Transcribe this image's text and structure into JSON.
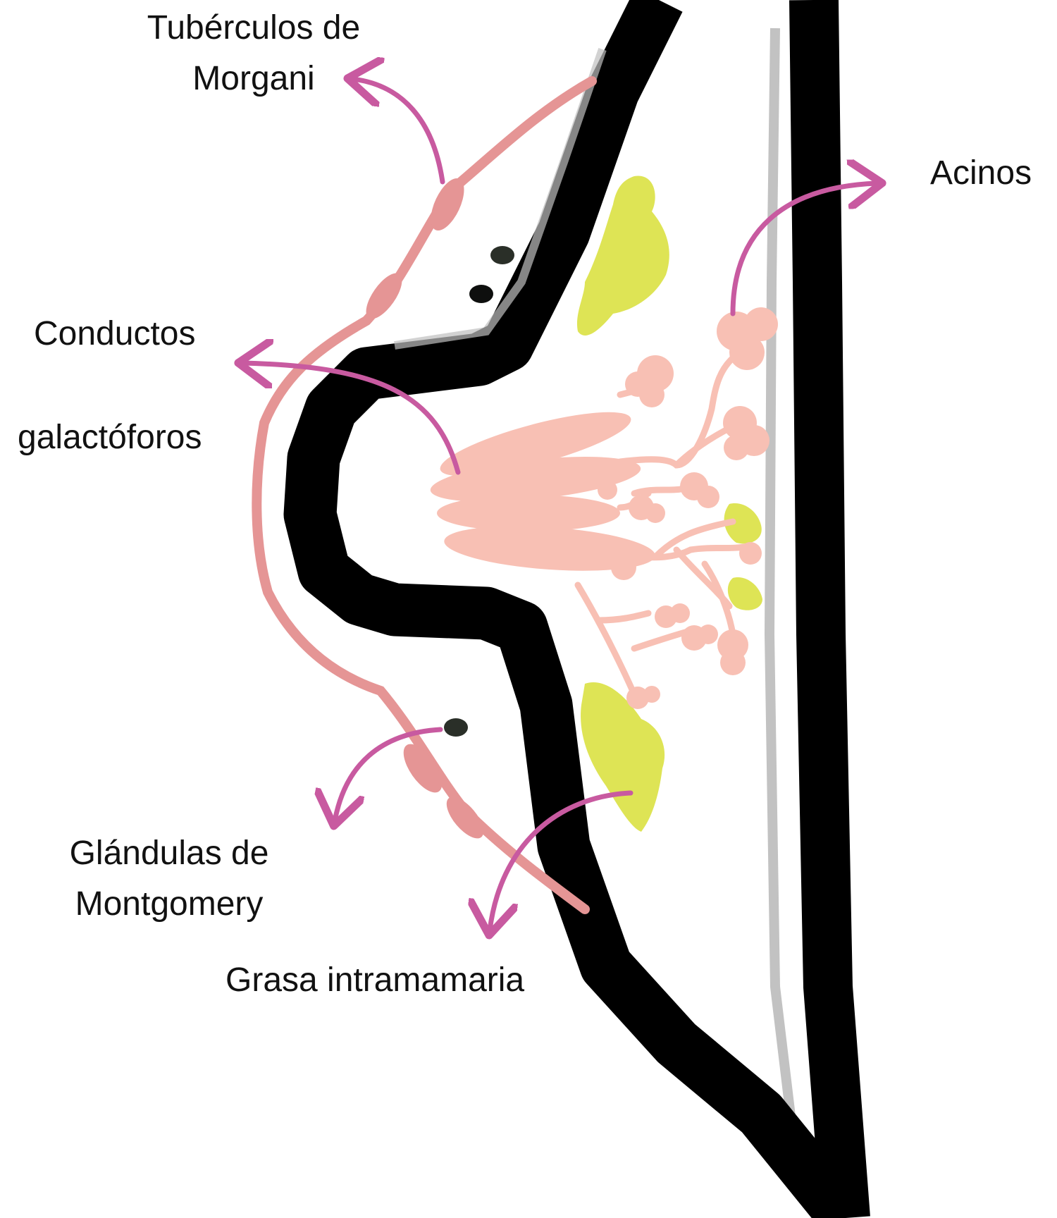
{
  "labels": {
    "morgani_line1": "Tubérculos de",
    "morgani_line2": "Morgani",
    "acinos": "Acinos",
    "conductos_line1": "Conductos",
    "conductos_line2": "galactóforos",
    "montgomery_line1": "Glándulas de",
    "montgomery_line2": "Montgomery",
    "grasa": "Grasa intramamaria"
  },
  "colors": {
    "outline": "#000000",
    "arrow": "#c85aa0",
    "skin": "#e59595",
    "ducts": "#f8c0b4",
    "acini": "#f8c0b4",
    "fat": "#dee455",
    "glands": "#2a2f28",
    "background": "#ffffff"
  }
}
